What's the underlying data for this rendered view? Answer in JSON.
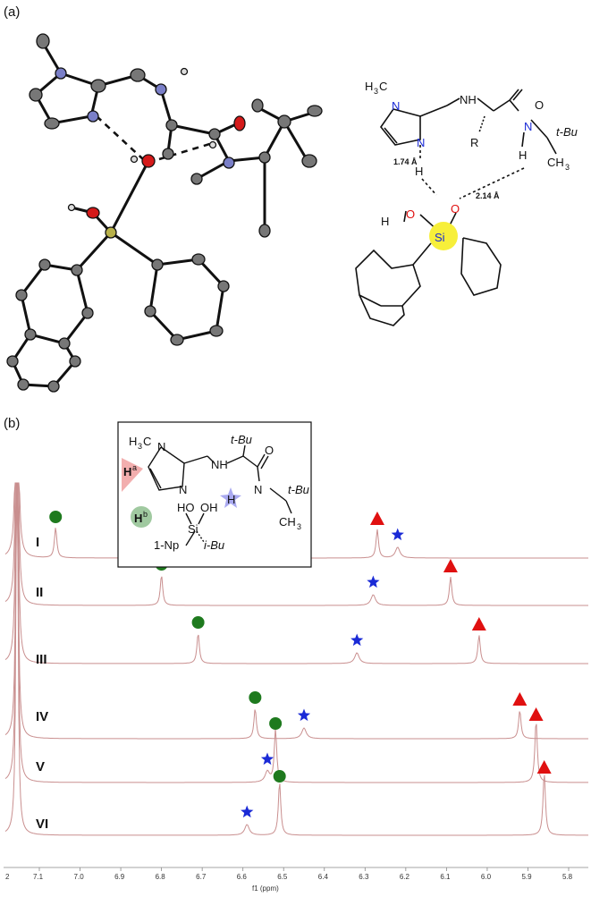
{
  "panels": {
    "a": "(a)",
    "b": "(b)"
  },
  "structure_a": {
    "methyl": "H3C",
    "methyl_prefix": "H",
    "methyl_sub": "3",
    "methyl_suffix": "C",
    "n1": "N",
    "n2": "N",
    "nh": "NH",
    "r_group": "R",
    "amide_o": "O",
    "amide_n": "N",
    "amide_h": "H",
    "tbu": "t-Bu",
    "ch3": "CH3",
    "ch3_prefix": "CH",
    "ch3_sub": "3",
    "bridge_h": "H",
    "dist1": "1.74 Å",
    "dist2": "2.14 Å",
    "silanol_h": "H",
    "silanol_o1": "O",
    "silanol_o2": "O",
    "si": "Si"
  },
  "inset": {
    "methyl_prefix": "H",
    "methyl_sub": "3",
    "methyl_suffix": "C",
    "n1": "N",
    "n2": "N",
    "nh": "NH",
    "tbu_top": "t-Bu",
    "o": "O",
    "amide_n": "N",
    "amide_h": "H",
    "tbu_right": "t-Bu",
    "ch3_prefix": "CH",
    "ch3_sub": "3",
    "ha": "H",
    "ha_sup": "a",
    "hb": "H",
    "hb_sup": "b",
    "ho1": "HO",
    "oh2": "OH",
    "si": "Si",
    "np": "1-Np",
    "ibu": "i-Bu"
  },
  "colors": {
    "spectrum_line": "#c98f8f",
    "circle_marker": "#1e7a1e",
    "triangle_marker": "#e01010",
    "star_marker": "#1a2ad6",
    "heteroatom_n": "#1a2ad6",
    "heteroatom_o": "#e01010",
    "si_highlight": "#f7ef3a"
  },
  "chart_data": {
    "type": "line",
    "xlabel": "f1 (ppm)",
    "xlim": [
      7.2,
      5.75
    ],
    "x_ticks": [
      "7.1",
      "7.0",
      "6.9",
      "6.8",
      "6.7",
      "6.6",
      "6.5",
      "6.4",
      "6.3",
      "6.2",
      "6.1",
      "6.0",
      "5.9",
      "5.8"
    ],
    "left_tick_label": "2",
    "series": [
      {
        "name": "I",
        "circle": 7.06,
        "triangle": 6.27,
        "star": 6.22
      },
      {
        "name": "II",
        "circle": 6.8,
        "triangle": 6.09,
        "star": 6.28
      },
      {
        "name": "III",
        "circle": 6.71,
        "triangle": 6.02,
        "star": 6.32
      },
      {
        "name": "IV",
        "circle": 6.57,
        "triangle": 5.92,
        "star": 6.45
      },
      {
        "name": "V",
        "circle": 6.52,
        "triangle": 5.88,
        "star": 6.54
      },
      {
        "name": "VI",
        "circle": 6.51,
        "triangle": 5.86,
        "star": 6.59
      }
    ],
    "grid": false,
    "legend": "none"
  }
}
